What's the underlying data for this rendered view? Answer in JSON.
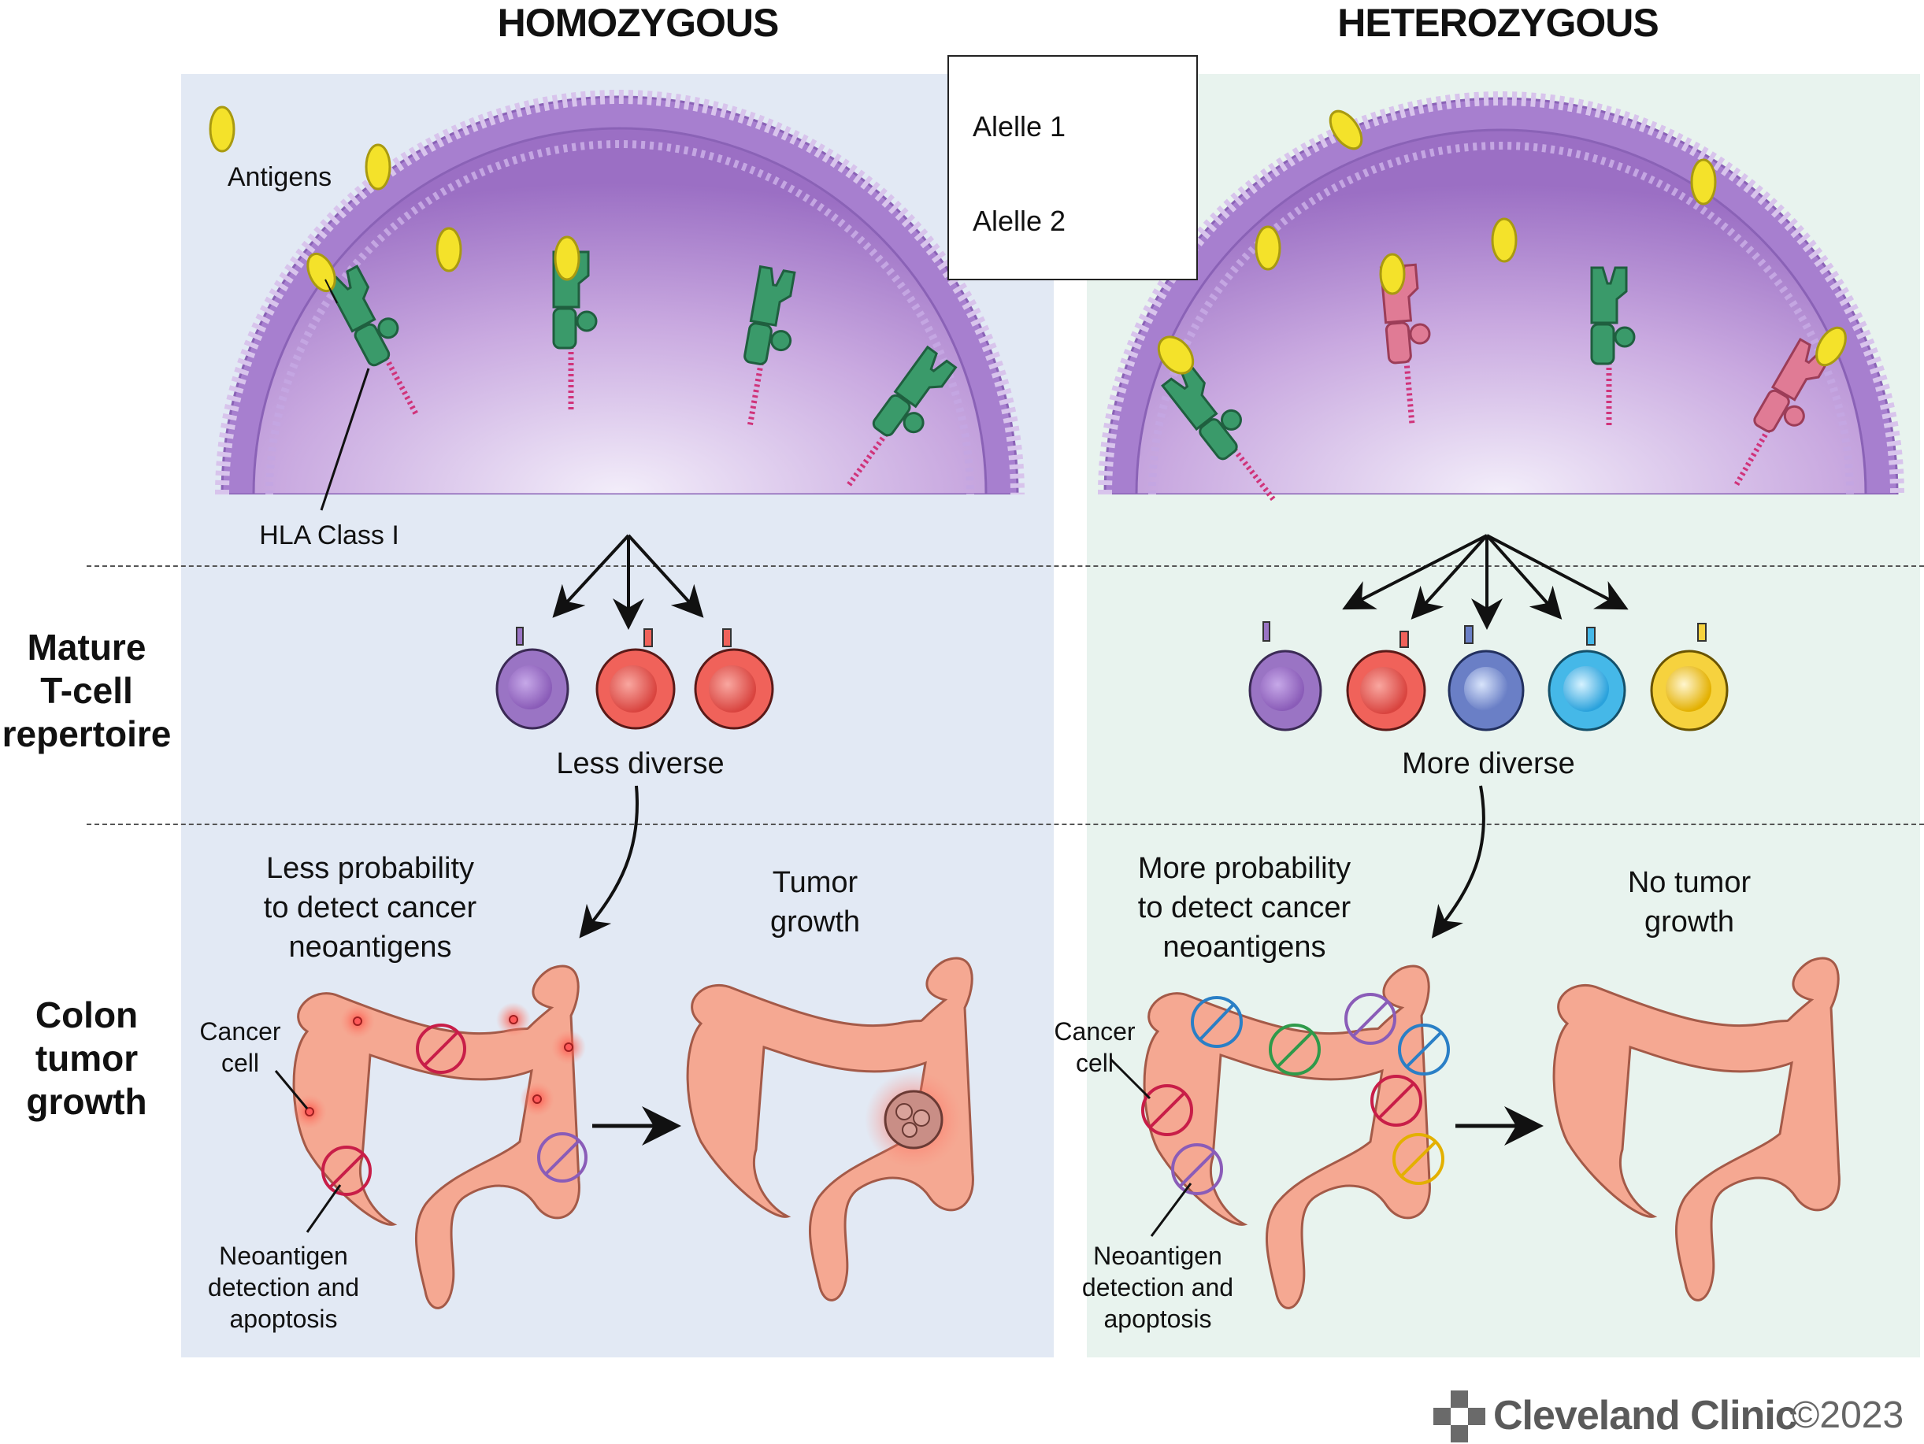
{
  "columns": {
    "left_title": "HOMOZYGOUS",
    "right_title": "HETEROZYGOUS"
  },
  "rows": {
    "tcell": "Mature T-cell repertoire",
    "tcell_lines": [
      "Mature",
      "T-cell",
      "repertoire"
    ],
    "tumor_lines": [
      "Colon",
      "tumor",
      "growth"
    ]
  },
  "legend": {
    "allele1": "Alelle 1",
    "allele2": "Alelle 2",
    "allele1_color": "#3a9a6a",
    "allele2_color": "#e07b95"
  },
  "left": {
    "antigens_label": "Antigens",
    "hla_label": "HLA Class I",
    "diversity": "Less diverse",
    "probability_lines": [
      "Less probability",
      "to detect cancer",
      "neoantigens"
    ],
    "outcome_lines": [
      "Tumor",
      "growth"
    ],
    "cancer_cell_lines": [
      "Cancer",
      "cell"
    ],
    "neoantigen_lines": [
      "Neoantigen",
      "detection and",
      "apoptosis"
    ]
  },
  "right": {
    "diversity": "More diverse",
    "probability_lines": [
      "More probability",
      "to detect cancer",
      "neoantigens"
    ],
    "outcome_lines": [
      "No tumor",
      "growth"
    ],
    "cancer_cell_lines": [
      "Cancer",
      "cell"
    ],
    "neoantigen_lines": [
      "Neoantigen",
      "detection and",
      "apoptosis"
    ]
  },
  "tcell_colors": {
    "purple": "#9a74c4",
    "red": "#f0625a",
    "blue": "#6a7fc6",
    "cyan": "#45b8e8",
    "yellow": "#f6d23e"
  },
  "footer": {
    "brand": "Cleveland Clinic",
    "copyright": "©2023"
  }
}
